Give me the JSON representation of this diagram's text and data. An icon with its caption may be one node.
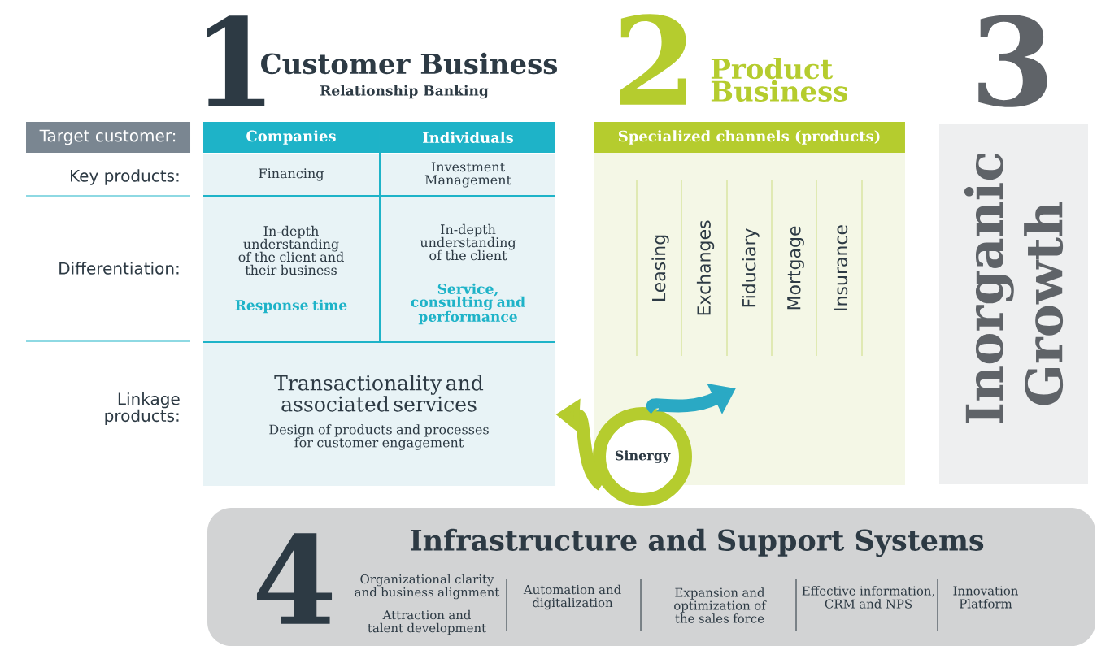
{
  "diagram": {
    "nodes": [
      {
        "text": [
          "Target customer:"
        ]
      },
      {
        "text": [
          "Companies"
        ]
      },
      {
        "text": [
          "Individuals"
        ]
      },
      {
        "text": [
          "Financing"
        ]
      },
      {
        "text": [
          "Investment Management"
        ]
      },
      {
        "text": [
          "In-depth understanding of the client and their business",
          "Response time"
        ]
      },
      {
        "text": [
          "In-depth understanding of the client",
          "Service, consulting and performance"
        ]
      },
      {
        "text": [
          "Transactionality and associated services",
          "Design of products and processes for customer engagement"
        ]
      },
      {
        "text": [
          "Leasing",
          "Exchanges",
          "Fiduciary",
          "Mortgage",
          "Insurance"
        ]
      },
      {
        "text": [
          "Specialized channels (products)"
        ],
        "in": 8
      },
      {
        "text": [
          "Inorganic Growth"
        ]
      },
      {
        "text": [
          "Sinergy"
        ]
      },
      {
        "text": [
          "Infrastructure and Support Systems",
          "Organizational clarity and business alignment",
          "Attraction and talent development",
          "Automation and digitalization",
          "Expansion and optimization of the sales force",
          "Effective information, CRM and NPS",
          "Innovation Platform"
        ]
      }
    ],
    "edges": [
      {
        "from": 11,
        "to": 7,
        "arrow": "to",
        "color": "#b5cc2e"
      },
      {
        "from": 11,
        "to": null,
        "arrow": "to",
        "color": "#2aa9c4"
      }
    ],
    "labels": [
      "1",
      "Customer Business",
      "Relationship Banking",
      "2",
      "Product Business",
      "3",
      "Key products:",
      "Differentiation:",
      "Linkage products:",
      "4"
    ]
  }
}
